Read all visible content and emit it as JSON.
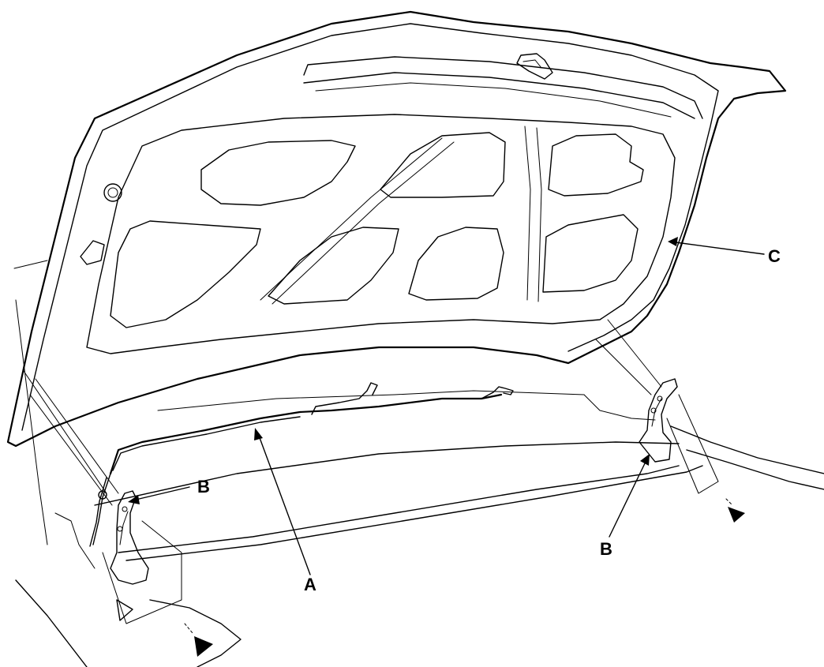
{
  "labels": {
    "a": "A",
    "b_left": "B",
    "b_right": "B",
    "c": "C"
  },
  "colors": {
    "line": "#000000",
    "background": "#ffffff"
  },
  "icons": {
    "arrow_filled": "filled-triangle-arrow-icon",
    "arrow_outline": "outline-triangle-arrow-icon"
  }
}
